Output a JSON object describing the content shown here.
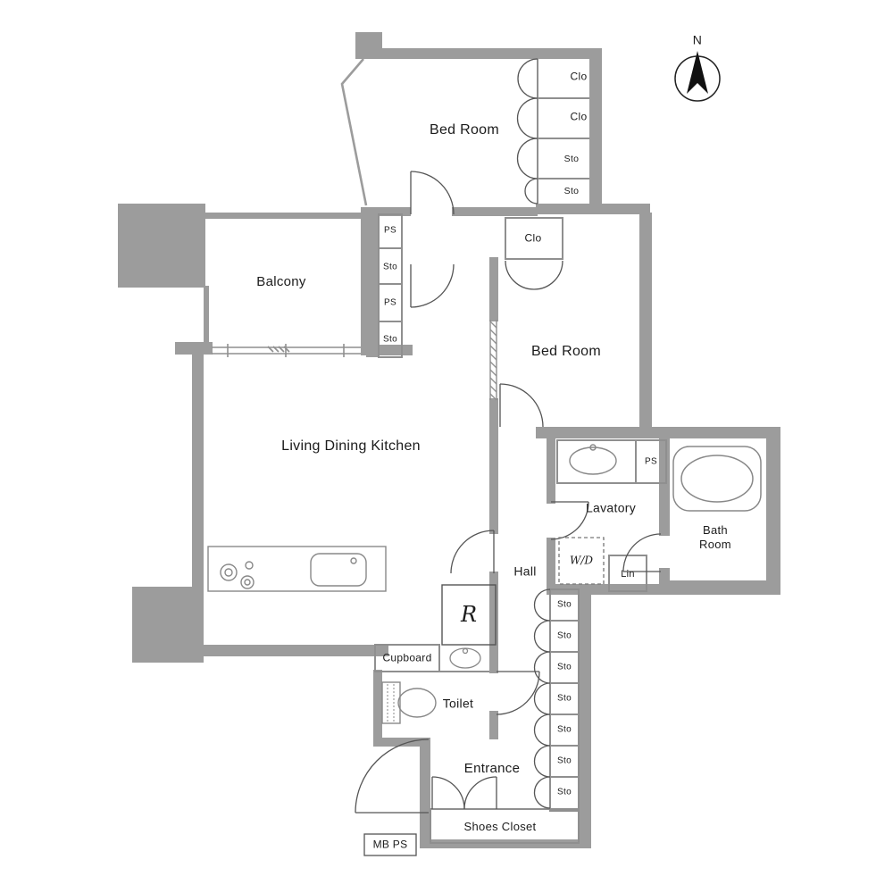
{
  "compass": {
    "north_label": "N"
  },
  "rooms": {
    "bedroom_top": "Bed Room",
    "bedroom_right": "Bed Room",
    "balcony": "Balcony",
    "living": "Living Dining Kitchen",
    "lavatory": "Lavatory",
    "bathroom": "Bath Room",
    "hall": "Hall",
    "toilet": "Toilet",
    "entrance": "Entrance",
    "shoes_closet": "Shoes Closet"
  },
  "storage": {
    "top_column": [
      "Clo",
      "Clo",
      "Sto",
      "Sto"
    ],
    "mid_column": [
      "PS",
      "Sto",
      "PS",
      "Sto"
    ],
    "hall_column": [
      "Sto",
      "Sto",
      "Sto",
      "Sto",
      "Sto",
      "Sto",
      "Sto"
    ],
    "mid_clo": "Clo",
    "lavatory_ps": "PS",
    "washer": "W/D",
    "linen": "Lin",
    "refrigerator": "R",
    "cupboard": "Cupboard",
    "meter_box": "MB PS"
  },
  "colors": {
    "wall_fill": "#9c9c9c",
    "line": "#666666",
    "text": "#1b1b1b"
  }
}
